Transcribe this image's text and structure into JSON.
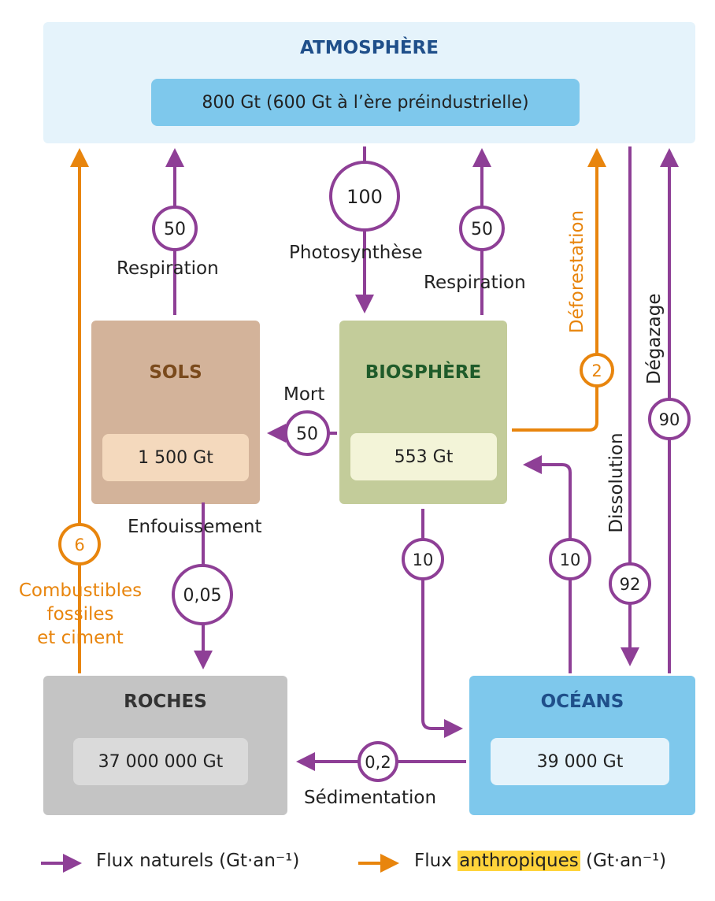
{
  "colors": {
    "natural": "#8e3f96",
    "anthropic": "#e8850d",
    "atmosphere_bg": "#e5f3fb",
    "atmosphere_inner": "#7ec8ec",
    "sols_bg": "#d3b39a",
    "sols_inner": "#f4d9bd",
    "biosphere_bg": "#c3cc9a",
    "biosphere_inner": "#f3f4d8",
    "roches_bg": "#c4c4c4",
    "roches_inner": "#dadada",
    "oceans_bg": "#7ec8ec",
    "oceans_inner": "#e5f3fb",
    "title_blue": "#1f4f8a",
    "title_brown": "#7a4a1c",
    "title_green": "#1f5b2a",
    "title_dark": "#333333"
  },
  "reservoirs": {
    "atmosphere": {
      "title": "ATMOSPHÈRE",
      "stock": "800 Gt (600 Gt à l’ère préindustrielle)"
    },
    "sols": {
      "title": "SOLS",
      "stock": "1 500 Gt"
    },
    "biosphere": {
      "title": "BIOSPHÈRE",
      "stock": "553 Gt"
    },
    "roches": {
      "title": "ROCHES",
      "stock": "37 000 000 Gt"
    },
    "oceans": {
      "title": "OCÉANS",
      "stock": "39 000 Gt"
    }
  },
  "flows": {
    "sols_respiration": {
      "value": "50",
      "label": "Respiration"
    },
    "photosynthese": {
      "value": "100",
      "label": "Photosynthèse"
    },
    "bio_respiration": {
      "value": "50",
      "label": "Respiration"
    },
    "deforestation": {
      "value": "2",
      "label": "Déforestation"
    },
    "degazage": {
      "value": "90",
      "label": "Dégazage"
    },
    "dissolution": {
      "value": "92",
      "label": "Dissolution"
    },
    "mort": {
      "value": "50",
      "label": "Mort"
    },
    "enfouissement": {
      "value": "0,05",
      "label": "Enfouissement"
    },
    "combustibles": {
      "value": "6",
      "label_lines": [
        "Combustibles",
        "fossiles",
        "et ciment"
      ]
    },
    "bio_to_ocean": {
      "value": "10"
    },
    "ocean_to_bio": {
      "value": "10"
    },
    "sedimentation": {
      "value": "0,2",
      "label": "Sédimentation"
    }
  },
  "legend": {
    "natural": "Flux naturels (Gt·an⁻¹)",
    "anthropic_prefix": "Flux ",
    "anthropic_highlight": "anthropiques",
    "anthropic_suffix": " (Gt·an⁻¹)"
  }
}
